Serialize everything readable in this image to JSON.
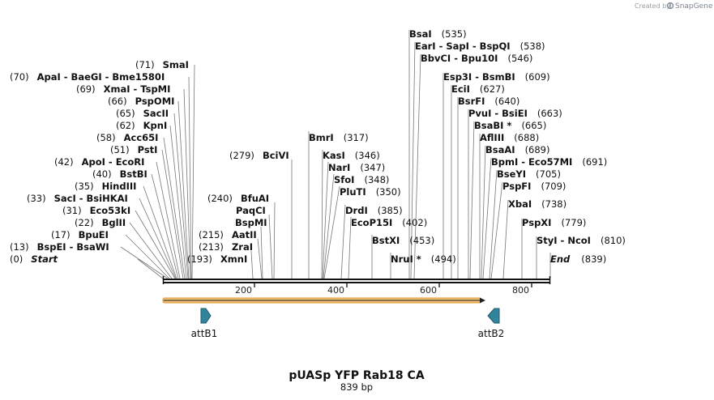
{
  "credit": {
    "prefix": "Created by",
    "brand": "SnapGene"
  },
  "map": {
    "title": "pUASp YFP Rab18 CA",
    "length_label": "839 bp",
    "length": 839
  },
  "ticks": [
    "200",
    "400",
    "600",
    "800"
  ],
  "features": [
    {
      "name": "attB1",
      "dir": "right",
      "color": "#31849b"
    },
    {
      "name": "attB2",
      "dir": "left",
      "color": "#31849b"
    }
  ],
  "orf_color": "#f0a830",
  "sites": [
    {
      "text": "(0)",
      "text2": "Start"
    },
    {
      "text": "(13)",
      "text2": "BspEI - BsaWI"
    },
    {
      "text": "(17)",
      "text2": "BpuEI"
    },
    {
      "text": "(22)",
      "text2": "BglII"
    },
    {
      "text": "(31)",
      "text2": "Eco53kI"
    },
    {
      "text": "(33)",
      "text2": "SacI - BsiHKAI"
    },
    {
      "text": "(35)",
      "text2": "HindIII"
    },
    {
      "text": "(40)",
      "text2": "BstBI"
    },
    {
      "text": "(42)",
      "text2": "ApoI - EcoRI"
    },
    {
      "text": "(51)",
      "text2": "PstI"
    },
    {
      "text": "(58)",
      "text2": "Acc65I"
    },
    {
      "text": "(62)",
      "text2": "KpnI"
    },
    {
      "text": "(65)",
      "text2": "SacII"
    },
    {
      "text": "(66)",
      "text2": "PspOMI"
    },
    {
      "text": "(69)",
      "text2": "XmaI - TspMI"
    },
    {
      "text": "(70)",
      "text2": "ApaI - BaeGI - Bme1580I"
    },
    {
      "text": "(71)",
      "text2": "SmaI"
    },
    {
      "text": "XmnI",
      "text2": "(193)"
    },
    {
      "text": "ZraI",
      "text2": "(213)"
    },
    {
      "text": "AatII",
      "text2": "(215)"
    },
    {
      "text": "BspMI",
      "text2": ""
    },
    {
      "text": "PaqCI",
      "text2": ""
    },
    {
      "text": "BfuAI",
      "text2": "(240)"
    },
    {
      "text": "BciVI",
      "text2": "(279)"
    },
    {
      "text": "BmrI",
      "text2": "(317)"
    },
    {
      "text": "KasI",
      "text2": "(346)"
    },
    {
      "text": "NarI",
      "text2": "(347)"
    },
    {
      "text": "SfoI",
      "text2": "(348)"
    },
    {
      "text": "PluTI",
      "text2": "(350)"
    },
    {
      "text": "DrdI",
      "text2": "(385)"
    },
    {
      "text": "EcoP15I",
      "text2": "(402)"
    },
    {
      "text": "BstXI",
      "text2": "(453)"
    },
    {
      "text": "NruI *",
      "text2": "(494)"
    },
    {
      "text": "BsaI",
      "text2": "(535)"
    },
    {
      "text": "EarI - SapI - BspQI",
      "text2": "(538)"
    },
    {
      "text": "BbvCI - Bpu10I",
      "text2": "(546)"
    },
    {
      "text": "Esp3I - BsmBI",
      "text2": "(609)"
    },
    {
      "text": "EciI",
      "text2": "(627)"
    },
    {
      "text": "BsrFI",
      "text2": "(640)"
    },
    {
      "text": "PvuI - BsiEI",
      "text2": "(663)"
    },
    {
      "text": "BsaBI *",
      "text2": "(665)"
    },
    {
      "text": "AflIII",
      "text2": "(688)"
    },
    {
      "text": "BsaAI",
      "text2": "(689)"
    },
    {
      "text": "BpmI - Eco57MI",
      "text2": "(691)"
    },
    {
      "text": "BseYI",
      "text2": "(705)"
    },
    {
      "text": "PspFI",
      "text2": "(709)"
    },
    {
      "text": "XbaI",
      "text2": "(738)"
    },
    {
      "text": "PspXI",
      "text2": "(779)"
    },
    {
      "text": "StyI - NcoI",
      "text2": "(810)"
    },
    {
      "text": "End",
      "text2": "(839)"
    }
  ]
}
